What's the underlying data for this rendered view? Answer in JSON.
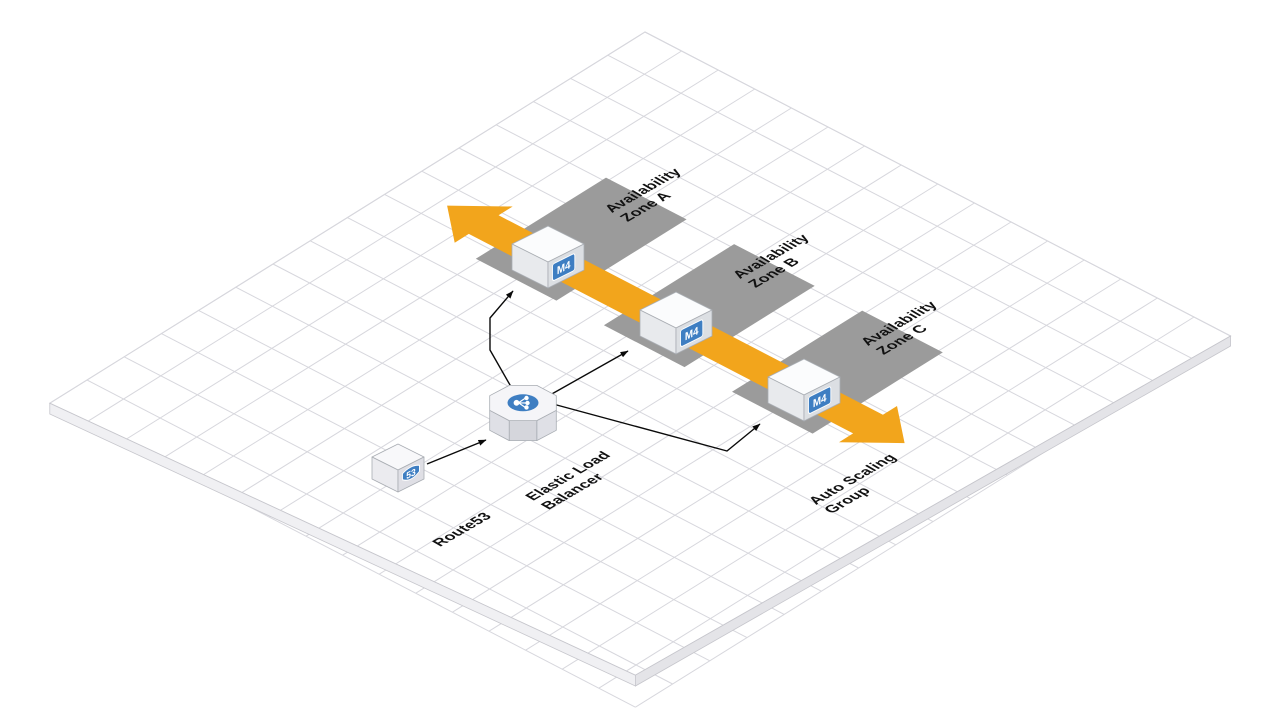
{
  "diagram": {
    "zones": [
      {
        "line1": "Availability",
        "line2": "Zone A"
      },
      {
        "line1": "Availability",
        "line2": "Zone B"
      },
      {
        "line1": "Availability",
        "line2": "Zone C"
      }
    ],
    "route53": {
      "label": "Route53",
      "badge": "53"
    },
    "elb": {
      "line1": "Elastic Load",
      "line2": "Balancer"
    },
    "autoscaling": {
      "line1": "Auto Scaling",
      "line2": "Group"
    },
    "instances": [
      {
        "badge": "M4"
      },
      {
        "badge": "M4"
      },
      {
        "badge": "M4"
      }
    ],
    "colors": {
      "band": "#F2A51C",
      "zone": "#9B9B9B",
      "badge": "#3E7EC2",
      "connector": "#0A0A0A",
      "grid": "#D7D7DD"
    }
  }
}
